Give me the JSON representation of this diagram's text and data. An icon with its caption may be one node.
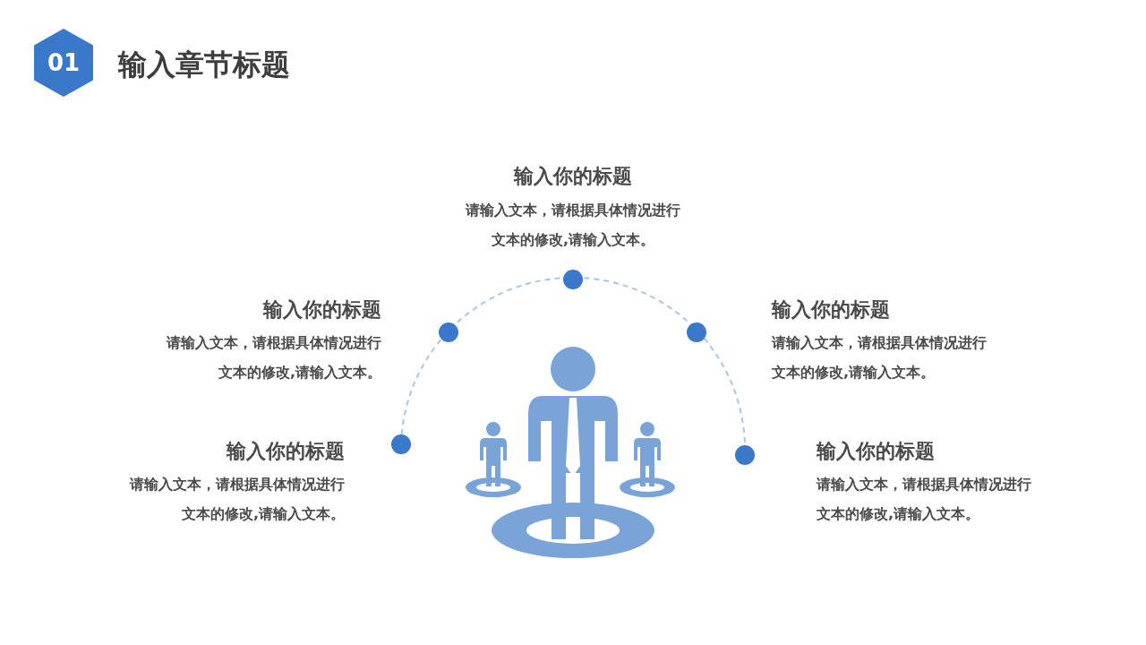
{
  "diagram": {
    "title": "输入章节标题",
    "nodes": [
      {
        "text": [
          "01"
        ]
      }
    ],
    "edges": [],
    "labels": [
      "输入你的标题",
      "请输入文本，请根据具体情况进行文本的修改,请输入文本。",
      "输入你的标题",
      "请输入文本，请根据具体情况进行文本的修改,请输入文本。",
      "输入你的标题",
      "请输入文本，请根据具体情况进行文本的修改,请输入文本。",
      "输入你的标题",
      "请输入文本，请根据具体情况进行文本的修改,请输入文本。",
      "输入你的标题",
      "请输入文本，请根据具体情况进行文本的修改,请输入文本。"
    ]
  }
}
